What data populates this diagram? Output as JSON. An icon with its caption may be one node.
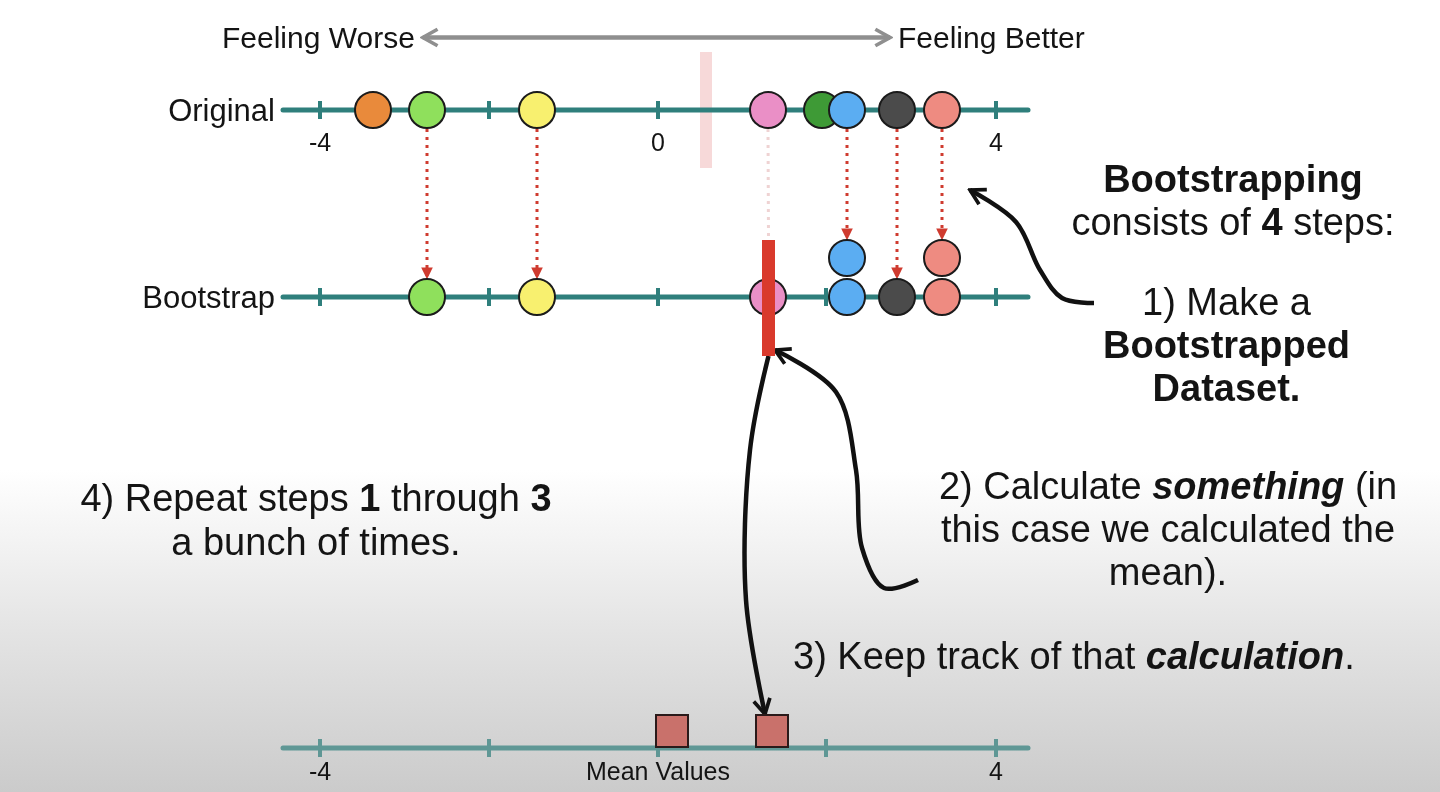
{
  "diagram": {
    "nodes": [
      {
        "text": [
          "Feeling Worse"
        ]
      },
      {
        "text": [
          "Feeling Better"
        ]
      },
      {
        "text": [],
        "shape": "circle"
      },
      {
        "text": [],
        "shape": "circle"
      },
      {
        "text": [],
        "shape": "circle"
      },
      {
        "text": [],
        "shape": "circle"
      },
      {
        "text": [],
        "shape": "circle"
      },
      {
        "text": [],
        "shape": "circle"
      },
      {
        "text": [],
        "shape": "circle"
      },
      {
        "text": [],
        "shape": "circle"
      },
      {
        "text": [
          "1) Make a **Bootstrapped Dataset.**"
        ]
      },
      {
        "text": [],
        "shape": "circle"
      },
      {
        "text": [],
        "shape": "circle"
      },
      {
        "text": [],
        "shape": "circle"
      },
      {
        "text": [],
        "shape": "circle"
      },
      {
        "text": [],
        "shape": "circle"
      },
      {
        "text": [],
        "shape": "bar"
      },
      {
        "text": [],
        "shape": "circle"
      },
      {
        "text": [],
        "shape": "circle"
      },
      {
        "text": [],
        "shape": "circle"
      },
      {
        "text": [
          "2) Calculate **something** (in this case we calculated the mean)."
        ]
      },
      {
        "text": [],
        "shape": "box"
      },
      {
        "text": [],
        "shape": "box"
      }
    ],
    "edges": [
      {
        "from": 0,
        "to": 1,
        "arrow": "both",
        "color": "#8f8f8f"
      },
      {
        "from": 3,
        "to": 13,
        "arrow": "to",
        "style": "dashed"
      },
      {
        "from": 4,
        "to": 14,
        "arrow": "to",
        "style": "dashed"
      },
      {
        "from": 5,
        "to": 16,
        "arrow": "none",
        "style": "dashed",
        "color": "#efd3d3"
      },
      {
        "from": 7,
        "to": 11,
        "arrow": "to",
        "style": "dashed"
      },
      {
        "from": 8,
        "to": 18,
        "arrow": "to",
        "style": "dashed"
      },
      {
        "from": 9,
        "to": 12,
        "arrow": "to",
        "style": "dashed"
      },
      {
        "from": 10,
        "to": null,
        "arrow": "to",
        "color": "#111111"
      },
      {
        "from": 20,
        "to": 16,
        "arrow": "to",
        "color": "#111111"
      },
      {
        "from": 16,
        "to": 22,
        "arrow": "to",
        "color": "#111111"
      }
    ],
    "labels": [
      "Original",
      "-4",
      "0",
      "4",
      "**Bootstrapping** consists of **4** steps:",
      "Bootstrap",
      "4) Repeat steps **1** through **3** a bunch of times.",
      "3) Keep track of that **calculation**.",
      "-4",
      "Mean Values",
      "4"
    ]
  }
}
